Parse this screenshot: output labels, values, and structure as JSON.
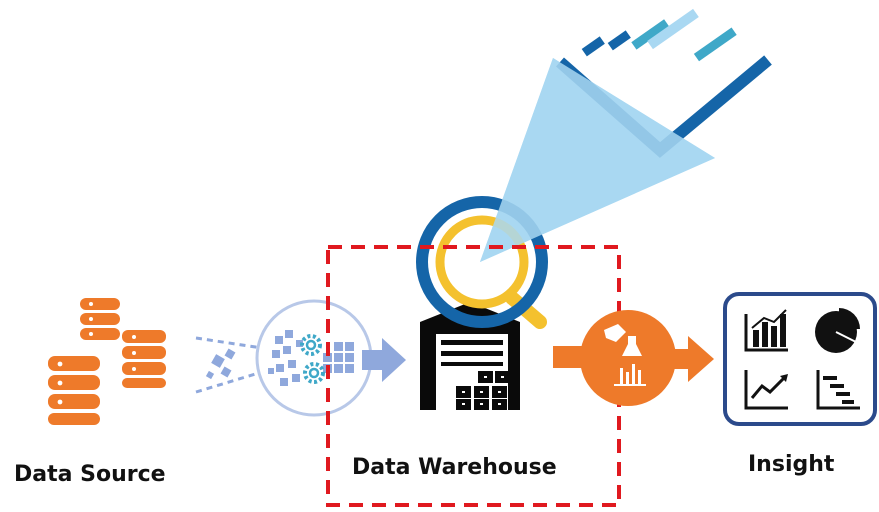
{
  "labels": {
    "data_source": "Data Source",
    "data_warehouse": "Data Warehouse",
    "insight": "Insight"
  },
  "icons": [
    "database-stack-icon",
    "data-transform-gears-icon",
    "warehouse-icon",
    "magnifying-glass-icon",
    "analysis-flask-icon",
    "bar-chart-icon",
    "pie-chart-icon",
    "line-chart-icon",
    "gantt-chart-icon"
  ],
  "colors": {
    "orange": "#EE7A2A",
    "dark_blue": "#1565A8",
    "light_blue": "#A9D8F2",
    "arrow_blue": "#8FA8DC",
    "teal": "#3FA8C8",
    "yellow": "#F4C12E",
    "red_dashed": "#E0191F",
    "navy_border": "#2B4A8B"
  }
}
